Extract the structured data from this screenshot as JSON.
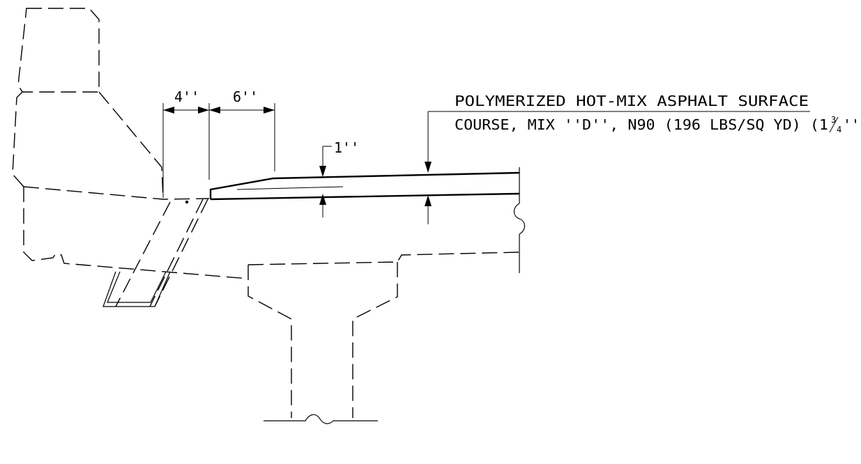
{
  "dimensions": {
    "left_offset": "4''",
    "right_offset": "6''",
    "thickness": "1''"
  },
  "callout": {
    "line1": "POLYMERIZED HOT-MIX ASPHALT SURFACE",
    "line2_main": "COURSE, MIX ''D'', N90 (196 LBS/SQ YD) (1",
    "line2_frac_num": "3",
    "line2_frac_den": "4",
    "line2_close": "'')"
  }
}
